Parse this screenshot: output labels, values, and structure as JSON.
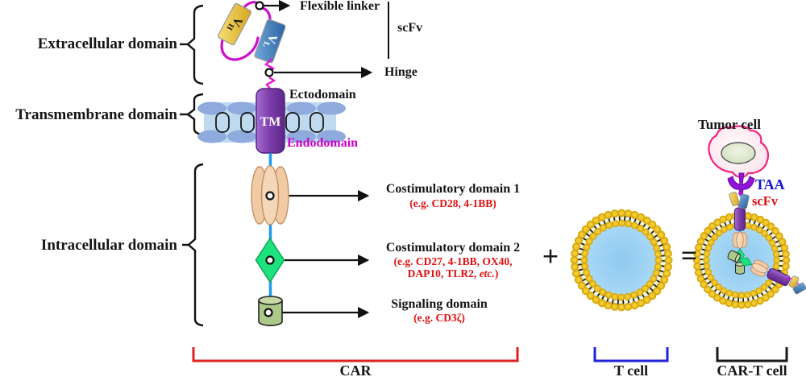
{
  "domains": {
    "extracellular": "Extracellular domain",
    "transmembrane": "Transmembrane domain",
    "intracellular": "Intracellular domain"
  },
  "scfv_region": {
    "vh_letter": "V",
    "vh_sub": "H",
    "vl_letter": "V",
    "vl_sub": "L",
    "flexible_linker": "Flexible linker",
    "scfv": "scFv",
    "hinge": "Hinge"
  },
  "membrane": {
    "ectodomain": "Ectodomain",
    "endodomain": "Endodomain",
    "tm": "TM"
  },
  "intracellular_parts": {
    "costim1_title": "Costimulatory domain 1",
    "costim1_examples": "(e.g. CD28, 4-1BB)",
    "costim2_title": "Costimulatory domain 2",
    "costim2_examples_line1": "(e.g. CD27, 4-1BB, OX40,",
    "costim2_examples_line2_pre": "DAP10, TLR2, ",
    "costim2_examples_etc": "etc.",
    "costim2_examples_close": ")",
    "signaling_title": "Signaling domain",
    "signaling_examples": "(e.g. CD3ζ)"
  },
  "equation": {
    "plus": "+",
    "equals": "="
  },
  "right_panel": {
    "tumor_cell": "Tumor cell",
    "taa": "TAA",
    "scfv": "scFv"
  },
  "legend": {
    "car": "CAR",
    "t_cell": "T cell",
    "car_t_cell": "CAR-T cell"
  },
  "colors": {
    "vh_gold": "#E3B730",
    "vl_blue": "#3A76B5",
    "linker_magenta": "#CC10CC",
    "tm_purple": "#7B3CA8",
    "membrane_light": "#BFD9EF",
    "membrane_ellipse": "#8FAADC",
    "costim1_peach": "#F0CBA6",
    "costim2_green": "#1EE27D",
    "signaling_green": "#ADC98A",
    "connector_blue": "#1E9BF0",
    "example_red": "#E01010",
    "endodomain_magenta": "#CC00CC",
    "taa_blue": "#1515D0",
    "taa_purple": "#9013D8",
    "car_bracket_red": "#E02222",
    "tcell_bracket_blue": "#2222DD",
    "cart_bracket_black": "#1A1A1A",
    "lipid_gold": "#D9A90F",
    "cell_interior_blue": "#9ED4F4",
    "tumor_outline_pink": "#F1247E"
  }
}
